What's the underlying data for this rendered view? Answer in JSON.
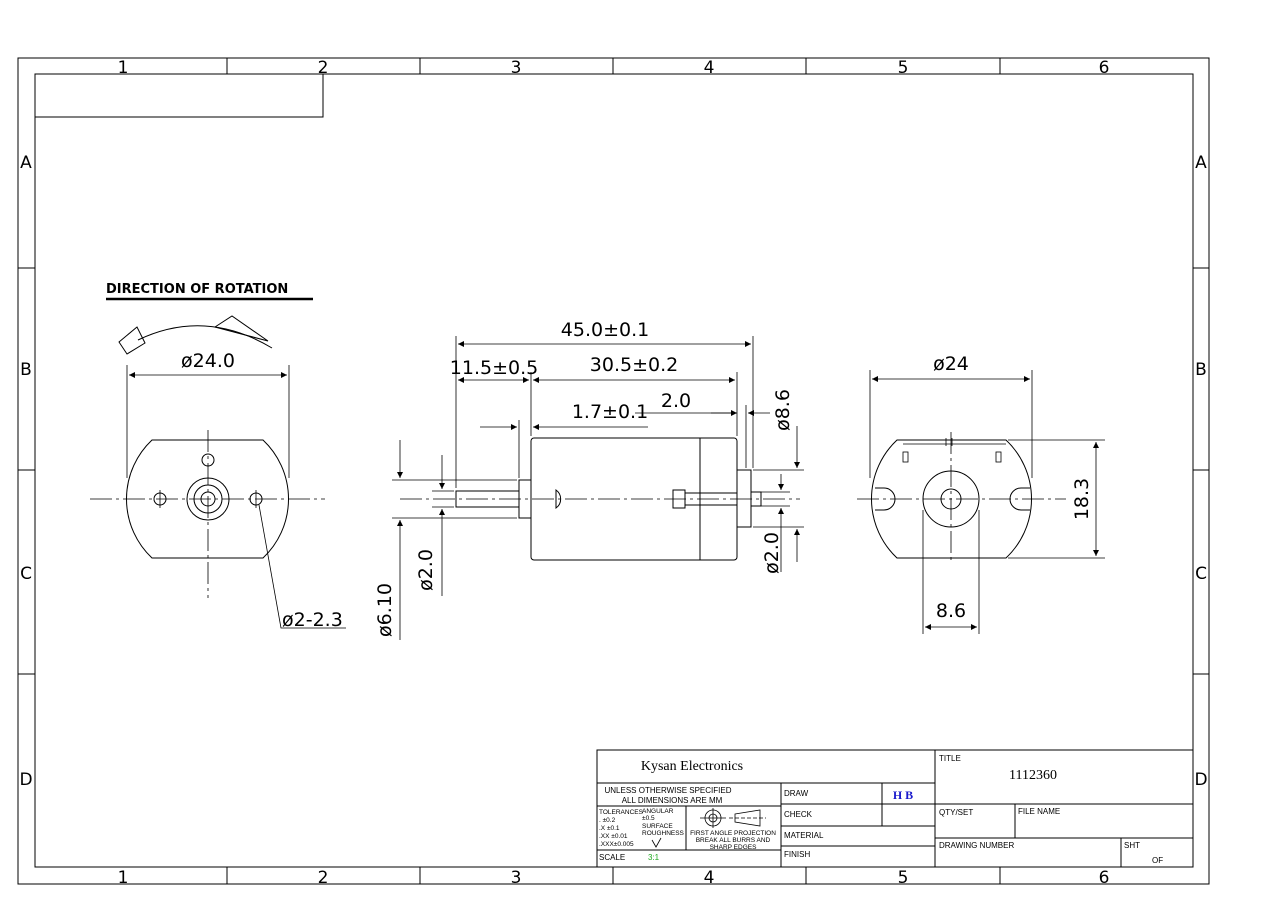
{
  "zones": {
    "columns": [
      "1",
      "2",
      "3",
      "4",
      "5",
      "6"
    ],
    "rows": [
      "A",
      "B",
      "C",
      "D"
    ]
  },
  "front_view": {
    "rotation_label": "DIRECTION OF ROTATION",
    "diameter_label": "ø24.0",
    "hole_label": "ø2-2.3"
  },
  "side_view": {
    "overall_length": "45.0±0.1",
    "shaft_length": "11.5±0.5",
    "body_length": "30.5±0.2",
    "rear_length": "2.0",
    "step_length": "1.7±0.1",
    "rear_boss_dia": "ø8.6",
    "shaft_dia": "ø2.0",
    "front_boss_dia": "ø6.10",
    "rear_shaft_dia": "ø2.0"
  },
  "rear_view": {
    "diameter_label": "ø24",
    "flat_height": "18.3",
    "boss_width": "8.6"
  },
  "title_block": {
    "company": "Kysan Electronics",
    "unless": "UNLESS OTHERWISE SPECIFIED",
    "all_dims": "ALL DIMENSIONS ARE MM",
    "tolerances_title": "TOLERANCES",
    "tol_0": ".  ±0.2",
    "tol_1": ".X  ±0.1",
    "tol_2": ".XX ±0.01",
    "tol_3": ".XXX±0.005",
    "angular": "ANGULAR",
    "angular_val": "±0.5",
    "surface": "SURFACE",
    "roughness": "ROUGHNESS",
    "projection_1": "FIRST ANGLE PROJECTION",
    "projection_2": "BREAK ALL BURRS AND",
    "projection_3": "SHARP EDGES",
    "scale_label": "SCALE",
    "scale_value": "3:1",
    "draw_label": "DRAW",
    "draw_value": "H B",
    "check_label": "CHECK",
    "material_label": "MATERIAL",
    "finish_label": "FINISH",
    "title_label": "TITLE",
    "title_value": "1112360",
    "qty_label": "QTY/SET",
    "file_label": "FILE NAME",
    "drawing_number_label": "DRAWING NUMBER",
    "sht_label": "SHT",
    "of_label": "OF"
  },
  "colors": {
    "line": "#000000",
    "draw_initials": "#1a1acc",
    "scale_value": "#22aa22"
  }
}
